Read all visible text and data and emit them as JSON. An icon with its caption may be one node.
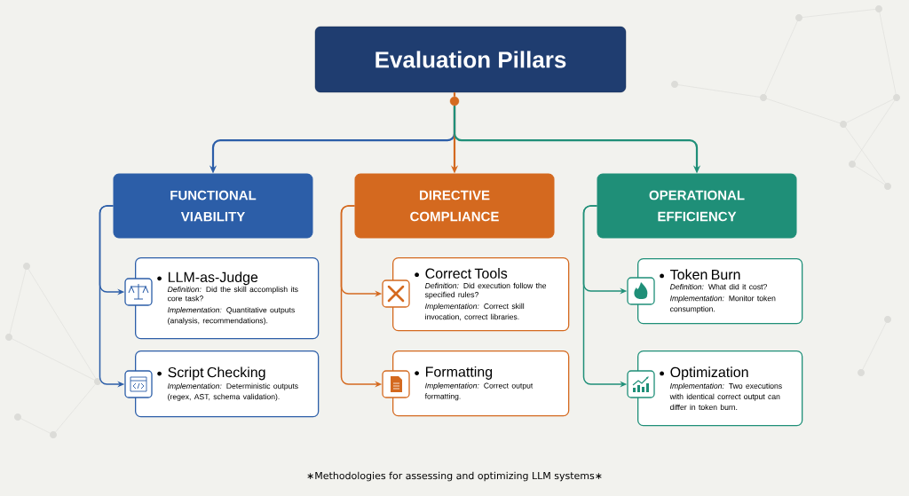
{
  "diagram": {
    "caption": "∗Methodologies for assessing and optimizing LLM systems∗",
    "nodes": [
      {
        "text": [
          "Evaluation Pillars"
        ]
      },
      {
        "text": [
          "FUNCTIONAL VIABILITY"
        ]
      },
      {
        "text": [
          "DIRECTIVE COMPLIANCE"
        ]
      },
      {
        "text": [
          "OPERATIONAL EFFICIENCY"
        ]
      },
      {
        "text": [
          "LLM-as-Judge",
          "*Definition:* Did the skill accomplish its core task?",
          "*Implementation:* Quantitative outputs (analysis, recommendations)."
        ]
      },
      {
        "text": [],
        "shape": "box"
      },
      {
        "text": [
          "Script Checking",
          "*Implementation:* Deterministic outputs (regex, AST, schema validation)."
        ]
      },
      {
        "text": [],
        "shape": "box"
      },
      {
        "text": [
          "Correct Tools",
          "*Definition:* Did execution follow the specified rules?",
          "*Implementation:* Correct skill invocation, correct libraries."
        ]
      },
      {
        "text": [],
        "shape": "box"
      },
      {
        "text": [
          "Formatting",
          "*Implementation:* Correct output formatting."
        ]
      },
      {
        "text": [],
        "shape": "box"
      },
      {
        "text": [
          "Token Burn",
          "*Definition:* What did it cost?",
          "*Implementation:* Monitor token consumption."
        ]
      },
      {
        "text": [],
        "shape": "box"
      },
      {
        "text": [
          "Optimization",
          "*Implementation:* Two executions with identical correct output can differ in token burn."
        ]
      },
      {
        "text": [],
        "shape": "box"
      },
      {
        "text": [],
        "shape": "circle"
      }
    ],
    "edges": [
      {
        "from": 0,
        "to": 16,
        "arrow": "none",
        "color": "#d4691f"
      },
      {
        "from": 16,
        "to": 1,
        "arrow": "to",
        "color": "#2c5ea8"
      },
      {
        "from": 16,
        "to": 2,
        "arrow": "to",
        "color": "#d4691f"
      },
      {
        "from": 16,
        "to": 3,
        "arrow": "to",
        "color": "#1f8f78"
      },
      {
        "from": 1,
        "to": 5,
        "arrow": "to",
        "color": "#2c5ea8"
      },
      {
        "from": 1,
        "to": 7,
        "arrow": "to",
        "color": "#2c5ea8"
      },
      {
        "from": 2,
        "to": 9,
        "arrow": "to",
        "color": "#d4691f"
      },
      {
        "from": 2,
        "to": 11,
        "arrow": "to",
        "color": "#d4691f"
      },
      {
        "from": 3,
        "to": 13,
        "arrow": "to",
        "color": "#1f8f78"
      },
      {
        "from": 3,
        "to": 15,
        "arrow": "to",
        "color": "#1f8f78"
      }
    ]
  }
}
